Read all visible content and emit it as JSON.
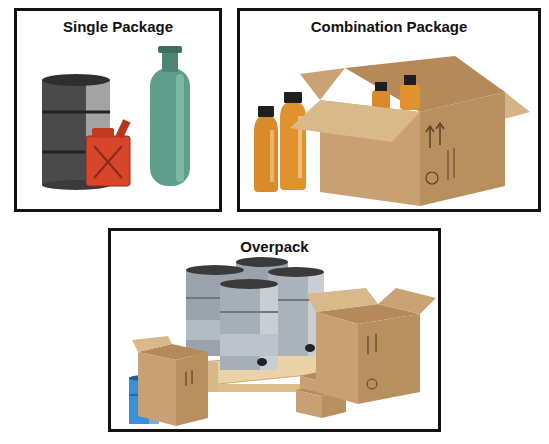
{
  "diagram": {
    "nodes": [
      {
        "text": [
          "Single Package"
        ]
      },
      {
        "text": [
          "Combination Package"
        ]
      },
      {
        "text": [
          "Overpack"
        ]
      }
    ]
  }
}
